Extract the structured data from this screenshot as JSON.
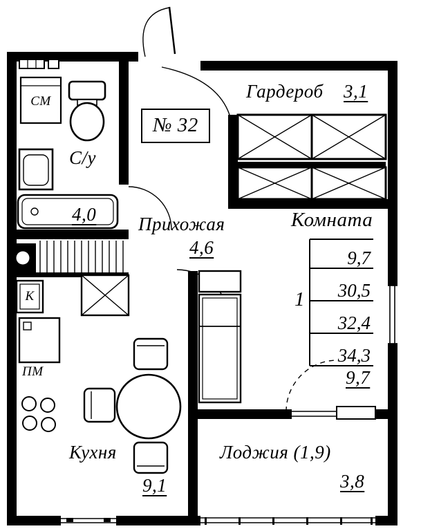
{
  "plan": {
    "apartment_number": "№ 32",
    "rooms": {
      "wardrobe": {
        "label": "Гардероб",
        "area": "3,1"
      },
      "bathroom": {
        "label": "С/у",
        "area": "4,0"
      },
      "hallway": {
        "label": "Прихожая",
        "area": "4,6"
      },
      "room": {
        "label": "Комната",
        "area": "9,7"
      },
      "kitchen": {
        "label": "Кухня",
        "area": "9,1"
      },
      "loggia": {
        "label": "Лоджия (1,9)",
        "area": "3,8"
      }
    },
    "appliances": {
      "washing_machine": "СМ",
      "cabinet": "К",
      "dishwasher": "ПМ"
    },
    "area_table": {
      "rooms_count": "1",
      "values": [
        "9,7",
        "30,5",
        "32,4",
        "34,3"
      ]
    },
    "colors": {
      "ink": "#000000",
      "paper": "#ffffff"
    }
  }
}
